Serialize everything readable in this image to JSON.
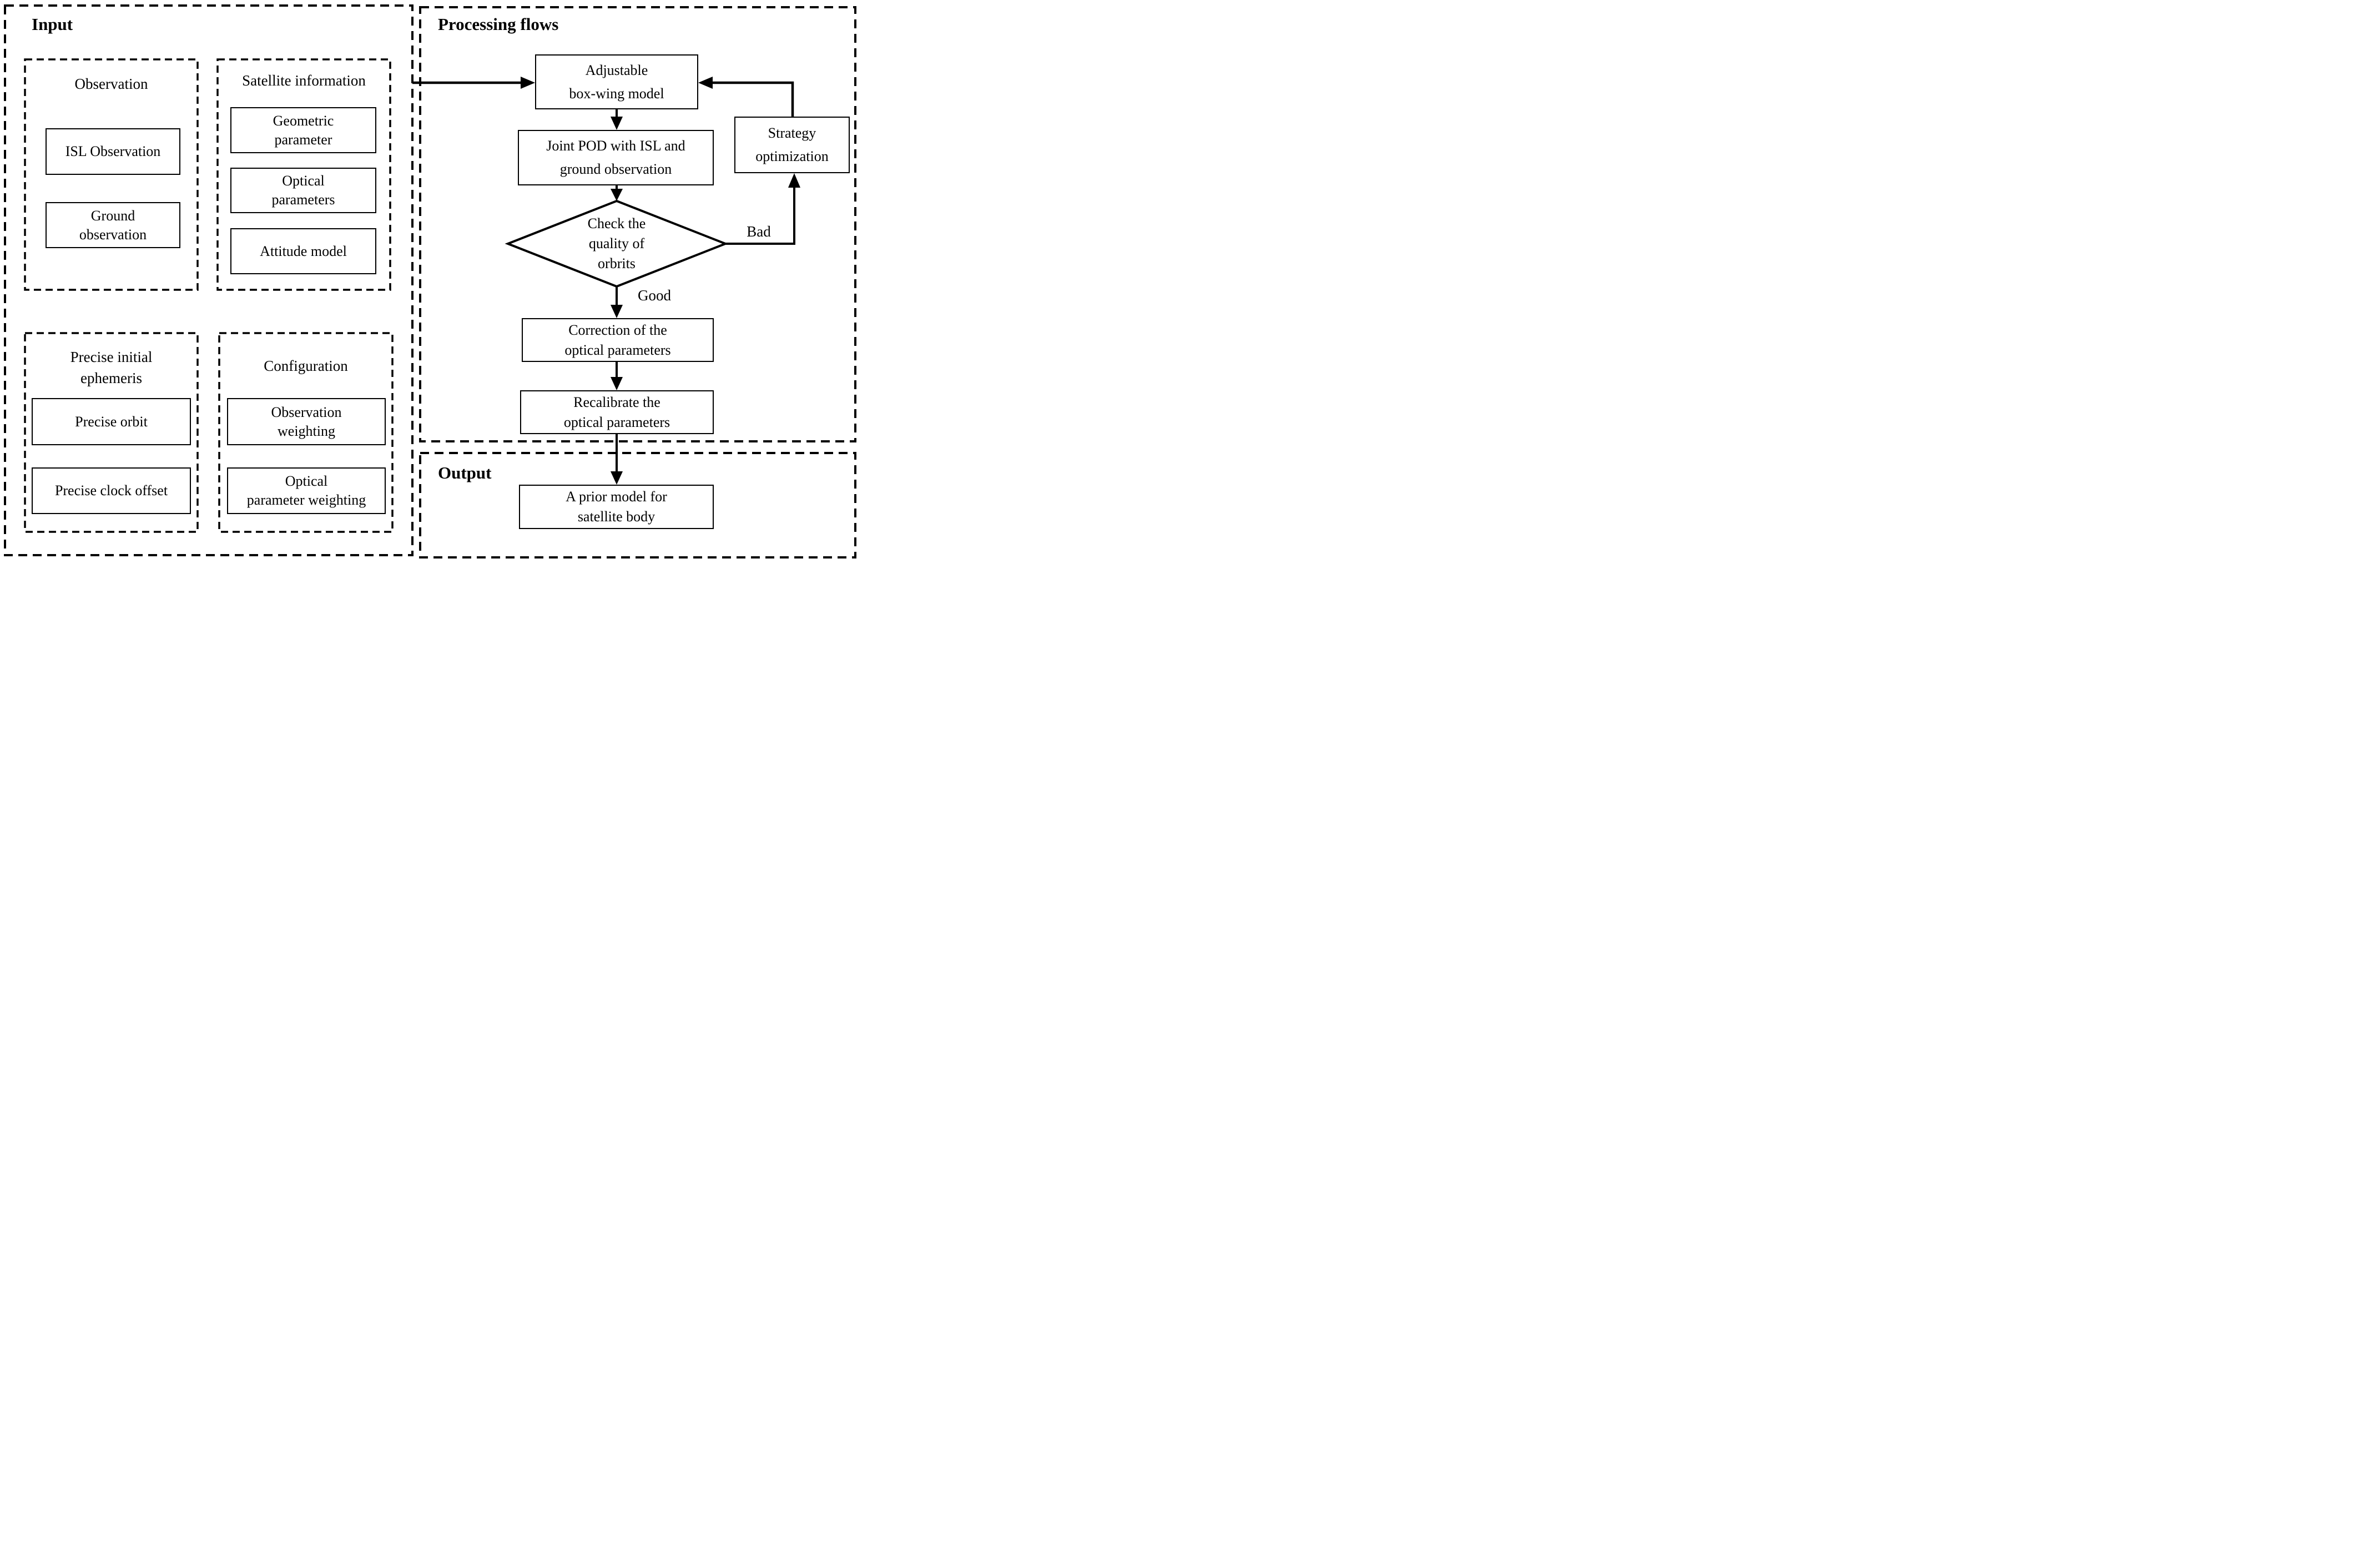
{
  "colors": {
    "ink": "#000000",
    "background": "#ffffff"
  },
  "input": {
    "title": "Input",
    "groups": [
      {
        "title_lines": [
          "Observation"
        ],
        "items": [
          {
            "lines": [
              "ISL Observation"
            ]
          },
          {
            "lines": [
              "Ground",
              "observation"
            ]
          }
        ]
      },
      {
        "title_lines": [
          "Satellite information"
        ],
        "items": [
          {
            "lines": [
              "Geometric",
              "parameter"
            ]
          },
          {
            "lines": [
              "Optical",
              "parameters"
            ]
          },
          {
            "lines": [
              "Attitude model"
            ]
          }
        ]
      },
      {
        "title_lines": [
          "Precise initial",
          "ephemeris"
        ],
        "items": [
          {
            "lines": [
              "Precise orbit"
            ]
          },
          {
            "lines": [
              "Precise clock offset"
            ]
          }
        ]
      },
      {
        "title_lines": [
          "Configuration"
        ],
        "items": [
          {
            "lines": [
              "Observation",
              "weighting"
            ]
          },
          {
            "lines": [
              "Optical",
              "parameter weighting"
            ]
          }
        ]
      }
    ]
  },
  "processing": {
    "title": "Processing flows",
    "nodes": [
      {
        "id": "adjustable-box-wing-model",
        "lines": [
          "Adjustable",
          "box-wing model"
        ]
      },
      {
        "id": "joint-pod",
        "lines": [
          "Joint POD with ISL and",
          "ground observation"
        ]
      },
      {
        "id": "check-quality-decision",
        "shape": "diamond",
        "lines": [
          "Check the",
          "quality of",
          "orbrits"
        ]
      },
      {
        "id": "strategy-optimization",
        "lines": [
          "Strategy",
          "optimization"
        ]
      },
      {
        "id": "correction-optical",
        "lines": [
          "Correction of the",
          "optical parameters"
        ]
      },
      {
        "id": "recalibrate-optical",
        "lines": [
          "Recalibrate the",
          "optical parameters"
        ]
      }
    ],
    "edge_labels": {
      "bad": "Bad",
      "good": "Good"
    }
  },
  "output": {
    "title": "Output",
    "nodes": [
      {
        "id": "prior-model",
        "lines": [
          "A prior model for",
          "satellite body"
        ]
      }
    ]
  }
}
